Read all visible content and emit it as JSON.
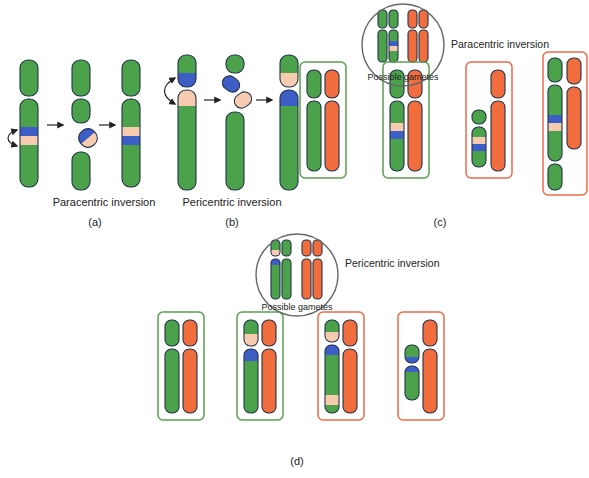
{
  "diagram": {
    "nodes": [
      {
        "text": [
          "Paracentric inversion",
          "Possible gametes"
        ]
      },
      {
        "text": [
          "Pericentric inversion",
          "Possible gametes"
        ]
      }
    ],
    "labels": [
      "Paracentric inversion",
      "(a)",
      "Pericentric inversion",
      "(b)",
      "(c)",
      "(d)"
    ]
  }
}
